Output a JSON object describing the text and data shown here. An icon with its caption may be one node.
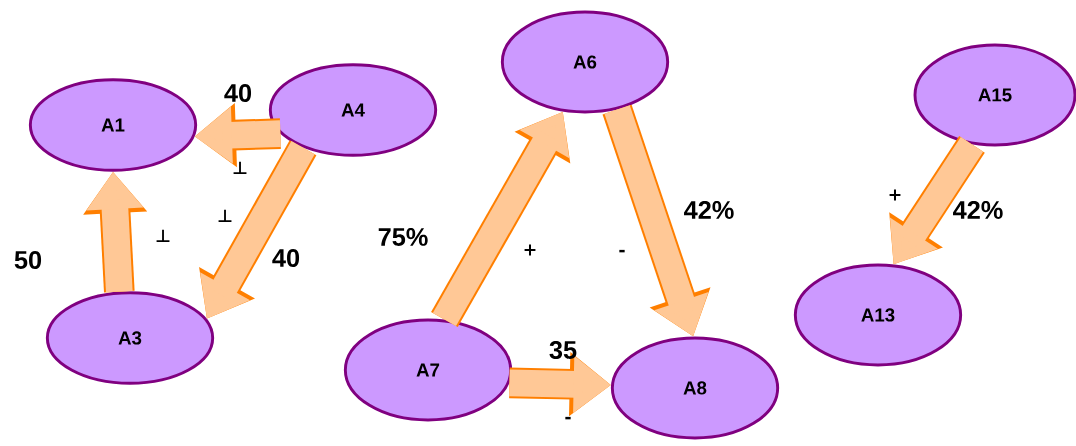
{
  "diagram": {
    "nodes": [
      {
        "text": [
          "A1"
        ]
      },
      {
        "text": [
          "A4"
        ]
      },
      {
        "text": [
          "A3"
        ]
      },
      {
        "text": [
          "A6"
        ]
      },
      {
        "text": [
          "A7"
        ]
      },
      {
        "text": [
          "A8"
        ]
      },
      {
        "text": [
          "A15"
        ]
      },
      {
        "text": [
          "A13"
        ]
      }
    ],
    "edges": [
      {
        "from": 1,
        "to": 0,
        "arrow": "to",
        "label": "40"
      },
      {
        "from": 1,
        "to": 2,
        "arrow": "to",
        "label": "40"
      },
      {
        "from": 2,
        "to": 0,
        "arrow": "to",
        "label": "50"
      },
      {
        "from": 4,
        "to": 3,
        "arrow": "to",
        "label": "75%"
      },
      {
        "from": 3,
        "to": 5,
        "arrow": "to",
        "label": "42%"
      },
      {
        "from": 4,
        "to": 5,
        "arrow": "to",
        "label": "35"
      },
      {
        "from": 6,
        "to": 7,
        "arrow": "to",
        "label": "42%"
      }
    ],
    "labels": [
      "⊥",
      "⊥",
      "⊥",
      "+",
      "-",
      "-",
      "+"
    ]
  }
}
